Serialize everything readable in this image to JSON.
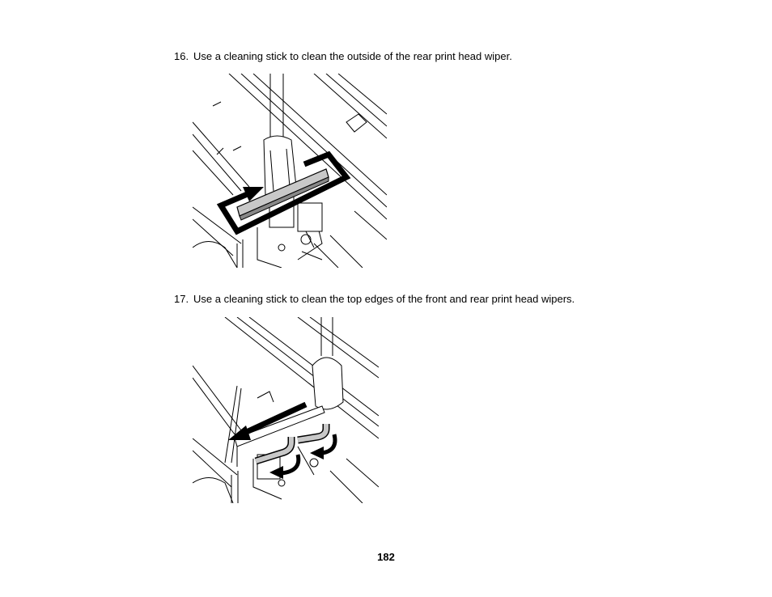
{
  "steps": [
    {
      "number": "16.",
      "text": "Use a cleaning stick to clean the outside of the rear print head wiper."
    },
    {
      "number": "17.",
      "text": "Use a cleaning stick to clean the top edges of the front and rear print head wipers."
    }
  ],
  "page_number": "182",
  "colors": {
    "ink": "#000000",
    "wiper_fill": "#c8c8c8",
    "background": "#ffffff"
  }
}
